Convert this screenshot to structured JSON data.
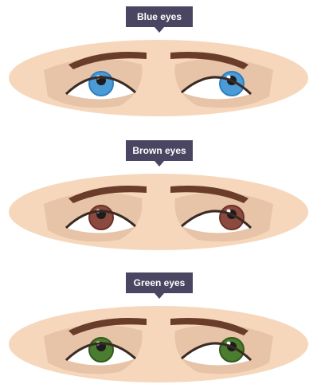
{
  "panels": [
    {
      "label": "Blue eyes",
      "iris_color": "#4a9bd6",
      "iris_ring": "#2f7fc0"
    },
    {
      "label": "Brown eyes",
      "iris_color": "#8c4a3f",
      "iris_ring": "#6d3129"
    },
    {
      "label": "Green eyes",
      "iris_color": "#4a7d2f",
      "iris_ring": "#325a1c"
    }
  ],
  "colors": {
    "skin": "#f6d7bb",
    "socket": "#e7c3a7",
    "brow": "#6a3d2b",
    "sclera": "#ffffff",
    "pupil": "#1c1c1c",
    "lash": "#3a2a24",
    "label_bg": "#4a4662"
  }
}
